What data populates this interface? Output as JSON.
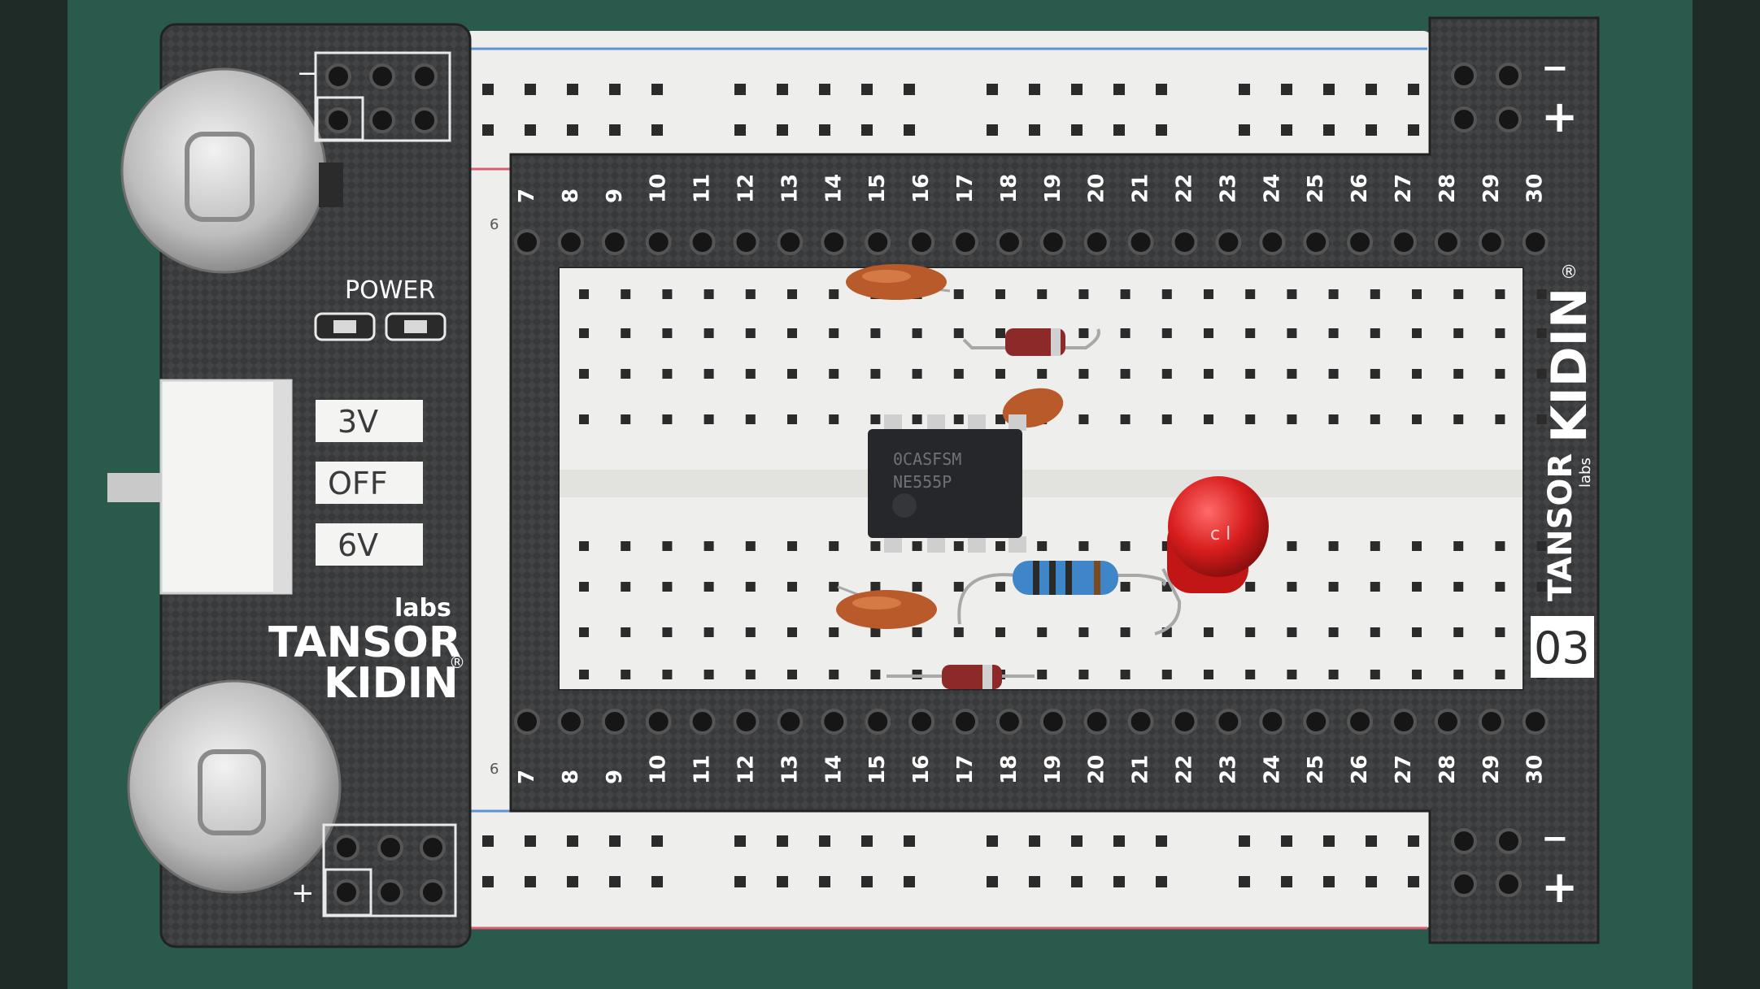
{
  "board": {
    "power_label": "POWER",
    "switch_labels": [
      "3V",
      "OFF",
      "6V"
    ],
    "brand_small": "labs",
    "brand_line1": "TANSOR",
    "brand_line2": "KIDIN",
    "registered": "®",
    "right_brand_vertical": "KIDIN",
    "right_tansor_vertical": "TANSOR",
    "right_labs_vertical": "labs",
    "board_number": "03",
    "rail_minus": "−",
    "rail_plus": "+"
  },
  "columns": {
    "top": [
      "7",
      "8",
      "9",
      "10",
      "11",
      "12",
      "13",
      "14",
      "15",
      "16",
      "17",
      "18",
      "19",
      "20",
      "21",
      "22",
      "23",
      "24",
      "25",
      "26",
      "27",
      "28",
      "29",
      "30"
    ],
    "bottom": [
      "7",
      "8",
      "9",
      "10",
      "11",
      "12",
      "13",
      "14",
      "15",
      "16",
      "17",
      "18",
      "19",
      "20",
      "21",
      "22",
      "23",
      "24",
      "25",
      "26",
      "27",
      "28",
      "29",
      "30"
    ],
    "edge_left_top": "6",
    "edge_left_bottom": "6"
  },
  "chip": {
    "line1": "0CASFSM",
    "line2": "NE555P"
  },
  "led": {
    "marking": "c l"
  },
  "colors": {
    "felt": "#2a5a4c",
    "pcb": "#3a3b3d",
    "breadboard": "#eeefec",
    "capacitor": "#b95a2a",
    "led": "#d81d1d",
    "resistor": "#3f86c9",
    "rail_red": "#d65f72",
    "rail_blue": "#5d93d4"
  }
}
